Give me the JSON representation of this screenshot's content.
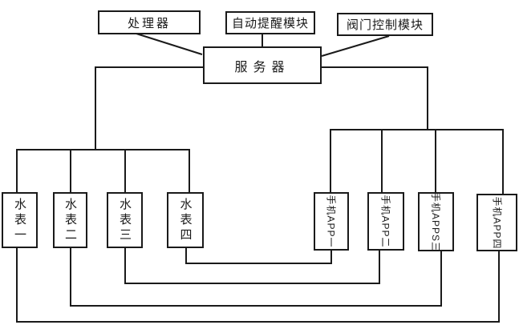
{
  "diagram": {
    "title_hint": "water-meter remote reading system block diagram",
    "top_modules": {
      "processor": "处理器",
      "auto_reminder": "自动提醒模块",
      "valve_control": "阀门控制模块"
    },
    "server": "服务器",
    "water_meters": [
      "水表一",
      "水表二",
      "水表三",
      "水表四"
    ],
    "phone_apps": [
      "手机APP一",
      "手机APP二",
      "手机APPS三",
      "手机APP四"
    ],
    "connections": [
      "处理器-服务器",
      "自动提醒模块-服务器",
      "阀门控制模块-服务器",
      "服务器-水表一二三四",
      "服务器-手机APP一二三四",
      "水表四-手机APP一",
      "水表三-手机APP二",
      "水表二-手机APPS三",
      "水表一-手机APP四"
    ]
  },
  "colors": {
    "background": "#ffffff",
    "line": "#1a1a1a",
    "box_border": "#1a1a1a",
    "text": "#1a1a1a"
  }
}
